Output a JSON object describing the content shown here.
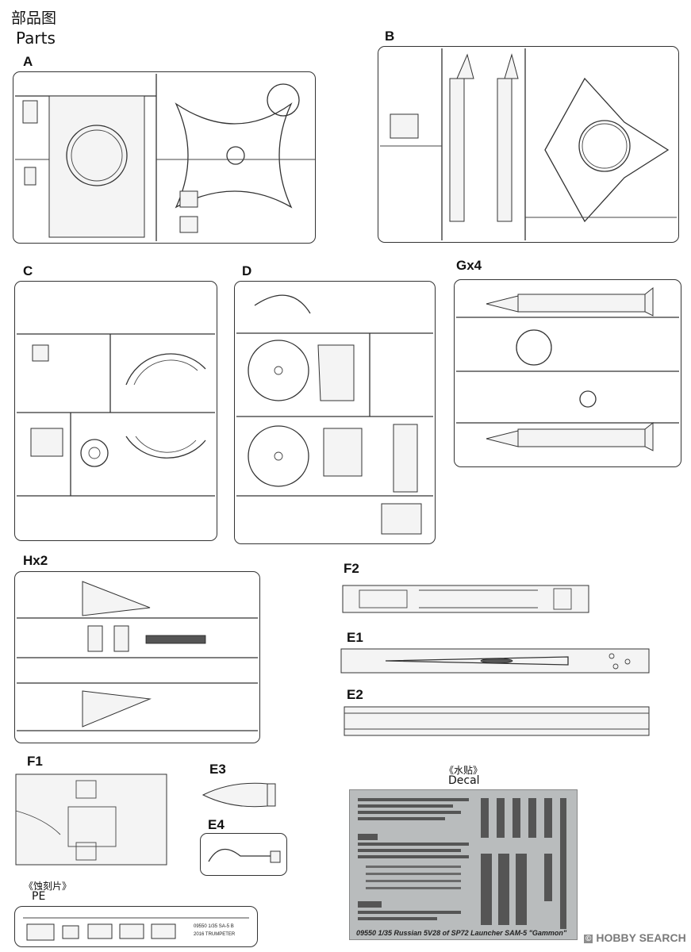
{
  "header": {
    "title_cn": "部品图",
    "title_en": "Parts"
  },
  "sprues": {
    "A": "A",
    "B": "B",
    "C": "C",
    "D": "D",
    "G": "Gx4",
    "H": "Hx2",
    "F2": "F2",
    "E1": "E1",
    "E2": "E2",
    "F1": "F1",
    "E3": "E3",
    "E4": "E4"
  },
  "decal": {
    "label_cn": "《水贴》",
    "label_en": "Decal",
    "sheet_title": "09550 1/35 Russian 5V28 of SP72 Launcher SAM-5 \"Gammon\""
  },
  "pe": {
    "label_cn": "《蚀刻片》",
    "label_en": "PE",
    "code": "09550",
    "scale": "1/35",
    "model": "SA-5 B",
    "year": "2016",
    "brand": "TRUMPETER"
  },
  "watermark": {
    "text": "HOBBY SEARCH",
    "copyright": "©"
  }
}
